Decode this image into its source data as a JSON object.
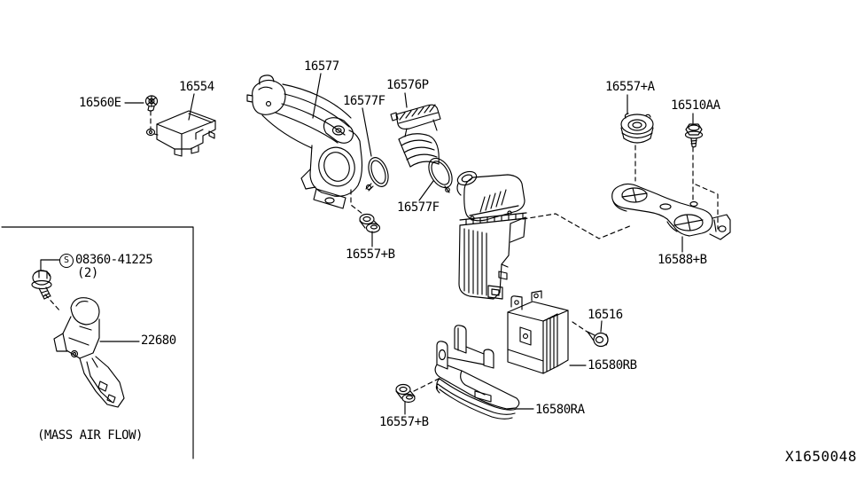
{
  "diagram": {
    "code": "X1650048",
    "caption": "(MASS AIR FLOW)"
  },
  "part_labels": {
    "l16560E": "16560E",
    "l16554": "16554",
    "l16577": "16577",
    "l16577F_top": "16577F",
    "l16576P": "16576P",
    "l16577F_mid": "16577F",
    "l16557A": "16557+A",
    "l16510AA": "16510AA",
    "l16557B_duct": "16557+B",
    "l16588B": "16588+B",
    "l16516": "16516",
    "l16580RB": "16580RB",
    "l16580RA": "16580RA",
    "l16557B_lower": "16557+B",
    "l22680": "22680"
  },
  "fastener_note": {
    "symbol": "S",
    "part_number": "08360-41225",
    "quantity": "(2)"
  },
  "colors": {
    "line": "#000000",
    "background": "#ffffff"
  }
}
